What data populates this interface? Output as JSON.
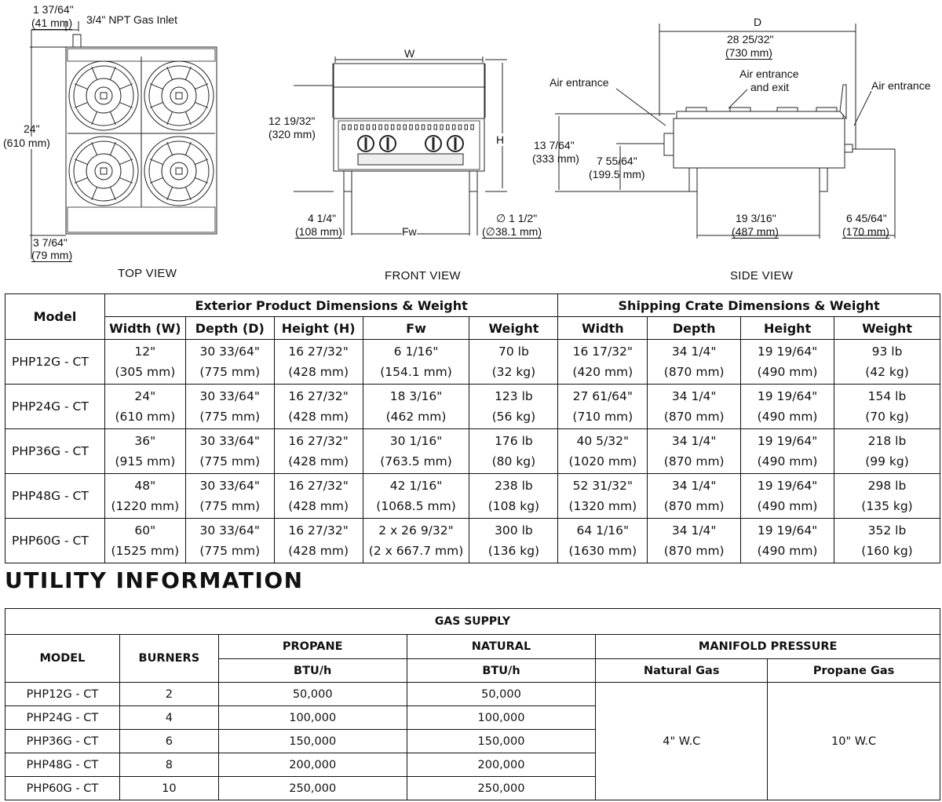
{
  "top_view": {
    "inlet_dim_in": "1 37/64\"",
    "inlet_dim_mm": "(41 mm)",
    "inlet_label": "3/4\" NPT Gas Inlet",
    "width_in": "24\"",
    "width_mm": "(610 mm)",
    "bottom_in": "3 7/64\"",
    "bottom_mm": "(79 mm)",
    "view_label": "TOP VIEW"
  },
  "front_view": {
    "w_label": "W",
    "h_label": "H",
    "height_in": "12 19/32\"",
    "height_mm": "(320 mm)",
    "leg_in": "4 1/4\"",
    "leg_mm": "(108 mm)",
    "fw_label": "Fw",
    "dia_in": "∅ 1 1/2\"",
    "dia_mm": "(∅38.1 mm)",
    "view_label": "FRONT VIEW"
  },
  "side_view": {
    "d_label": "D",
    "depth_in": "28 25/32\"",
    "depth_mm": "(730 mm)",
    "air_left": "Air entrance",
    "air_mid_1": "Air entrance",
    "air_mid_2": "and exit",
    "air_right": "Air entrance",
    "height_in": "13 7/64\"",
    "height_mm": "(333 mm)",
    "inner_in": "7 55/64\"",
    "inner_mm": "(199.5 mm)",
    "base_in": "19 3/16\"",
    "base_mm": "(487 mm)",
    "rear_in": "6 45/64\"",
    "rear_mm": "(170 mm)",
    "view_label": "SIDE VIEW"
  },
  "spec_table": {
    "model_header": "Model",
    "exterior_header": "Exterior Product Dimensions & Weight",
    "shipping_header": "Shipping Crate Dimensions & Weight",
    "sub_headers": [
      "Width (W)",
      "Depth (D)",
      "Height (H)",
      "Fw",
      "Weight",
      "Width",
      "Depth",
      "Height",
      "Weight"
    ],
    "rows": [
      {
        "model": "PHP12G - CT",
        "cells": [
          [
            "12\"",
            "(305 mm)"
          ],
          [
            "30 33/64\"",
            "(775 mm)"
          ],
          [
            "16 27/32\"",
            "(428 mm)"
          ],
          [
            "6 1/16\"",
            "(154.1 mm)"
          ],
          [
            "70 lb",
            "(32 kg)"
          ],
          [
            "16 17/32\"",
            "(420 mm)"
          ],
          [
            "34 1/4\"",
            "(870 mm)"
          ],
          [
            "19 19/64\"",
            "(490 mm)"
          ],
          [
            "93 lb",
            "(42 kg)"
          ]
        ]
      },
      {
        "model": "PHP24G - CT",
        "cells": [
          [
            "24\"",
            "(610 mm)"
          ],
          [
            "30 33/64\"",
            "(775 mm)"
          ],
          [
            "16 27/32\"",
            "(428 mm)"
          ],
          [
            "18 3/16\"",
            "(462 mm)"
          ],
          [
            "123 lb",
            "(56 kg)"
          ],
          [
            "27 61/64\"",
            "(710 mm)"
          ],
          [
            "34 1/4\"",
            "(870 mm)"
          ],
          [
            "19 19/64\"",
            "(490 mm)"
          ],
          [
            "154 lb",
            "(70 kg)"
          ]
        ]
      },
      {
        "model": "PHP36G - CT",
        "cells": [
          [
            "36\"",
            "(915 mm)"
          ],
          [
            "30 33/64\"",
            "(775 mm)"
          ],
          [
            "16 27/32\"",
            "(428 mm)"
          ],
          [
            "30 1/16\"",
            "(763.5 mm)"
          ],
          [
            "176 lb",
            "(80 kg)"
          ],
          [
            "40 5/32\"",
            "(1020 mm)"
          ],
          [
            "34 1/4\"",
            "(870 mm)"
          ],
          [
            "19 19/64\"",
            "(490 mm)"
          ],
          [
            "218 lb",
            "(99 kg)"
          ]
        ]
      },
      {
        "model": "PHP48G - CT",
        "cells": [
          [
            "48\"",
            "(1220 mm)"
          ],
          [
            "30 33/64\"",
            "(775 mm)"
          ],
          [
            "16 27/32\"",
            "(428 mm)"
          ],
          [
            "42 1/16\"",
            "(1068.5 mm)"
          ],
          [
            "238 lb",
            "(108 kg)"
          ],
          [
            "52 31/32\"",
            "(1320 mm)"
          ],
          [
            "34 1/4\"",
            "(870 mm)"
          ],
          [
            "19 19/64\"",
            "(490 mm)"
          ],
          [
            "298 lb",
            "(135 kg)"
          ]
        ]
      },
      {
        "model": "PHP60G - CT",
        "cells": [
          [
            "60\"",
            "(1525 mm)"
          ],
          [
            "30 33/64\"",
            "(775 mm)"
          ],
          [
            "16 27/32\"",
            "(428 mm)"
          ],
          [
            "2 x 26 9/32\"",
            "(2 x 667.7 mm)"
          ],
          [
            "300 lb",
            "(136 kg)"
          ],
          [
            "64 1/16\"",
            "(1630 mm)"
          ],
          [
            "34 1/4\"",
            "(870 mm)"
          ],
          [
            "19 19/64\"",
            "(490 mm)"
          ],
          [
            "352 lb",
            "(160 kg)"
          ]
        ]
      }
    ]
  },
  "utility": {
    "title": "UTILITY INFORMATION",
    "gas_supply": "GAS SUPPLY",
    "model_header": "MODEL",
    "burners_header": "BURNERS",
    "propane_header": "PROPANE",
    "natural_header": "NATURAL",
    "manifold_header": "MANIFOLD PRESSURE",
    "btu_propane": "BTU/h",
    "btu_natural": "BTU/h",
    "natural_gas": "Natural Gas",
    "propane_gas": "Propane Gas",
    "natural_pressure": "4\" W.C",
    "propane_pressure": "10\" W.C",
    "rows": [
      {
        "model": "PHP12G - CT",
        "burners": "2",
        "propane": "50,000",
        "natural": "50,000"
      },
      {
        "model": "PHP24G - CT",
        "burners": "4",
        "propane": "100,000",
        "natural": "100,000"
      },
      {
        "model": "PHP36G - CT",
        "burners": "6",
        "propane": "150,000",
        "natural": "150,000"
      },
      {
        "model": "PHP48G - CT",
        "burners": "8",
        "propane": "200,000",
        "natural": "200,000"
      },
      {
        "model": "PHP60G - CT",
        "burners": "10",
        "propane": "250,000",
        "natural": "250,000"
      }
    ]
  }
}
